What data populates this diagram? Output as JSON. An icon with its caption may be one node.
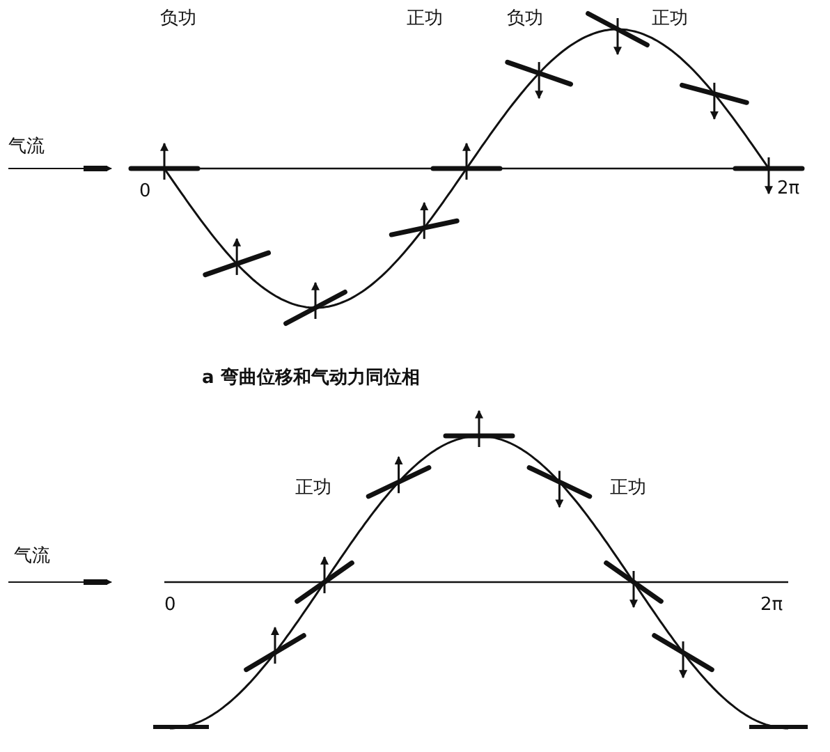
{
  "diagram": {
    "labels": [
      "负功",
      "正功",
      "负功",
      "正功",
      "气流",
      "0",
      "2π",
      "a 弯曲位移和气动力同位相",
      "正功",
      "正功",
      "气流",
      "0",
      "2π"
    ]
  }
}
